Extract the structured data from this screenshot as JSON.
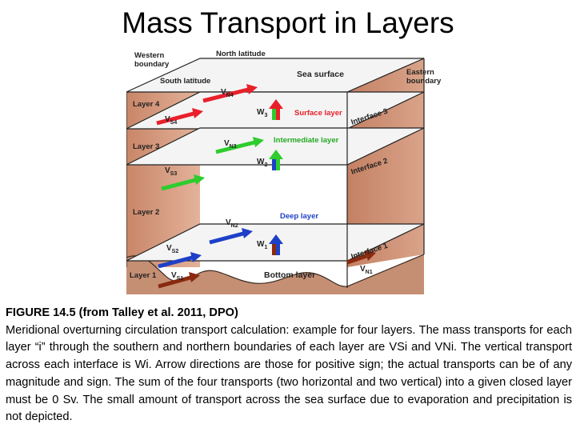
{
  "slide": {
    "title": "Mass Transport in Layers"
  },
  "diagram": {
    "boundary_labels": {
      "western_line1": "Western",
      "western_line2": "boundary",
      "north_latitude": "North latitude",
      "south_latitude": "South latitude",
      "sea_surface": "Sea surface",
      "eastern_line1": "Eastern",
      "eastern_line2": "boundary"
    },
    "layers": [
      "Layer 4",
      "Layer 3",
      "Layer 2",
      "Layer 1"
    ],
    "interfaces": [
      "Interface 3",
      "Interface 2",
      "Interface 1"
    ],
    "layer_names": {
      "surface": "Surface layer",
      "intermediate": "Intermediate layer",
      "deep": "Deep layer",
      "bottom": "Bottom layer"
    },
    "transports": {
      "vn4": {
        "base": "V",
        "sub": "N4"
      },
      "vs4": {
        "base": "V",
        "sub": "S4"
      },
      "vn3": {
        "base": "V",
        "sub": "N3"
      },
      "vs3": {
        "base": "V",
        "sub": "S3"
      },
      "vn2": {
        "base": "V",
        "sub": "N2"
      },
      "vs2": {
        "base": "V",
        "sub": "S2"
      },
      "vn1": {
        "base": "V",
        "sub": "N1"
      },
      "vs1": {
        "base": "V",
        "sub": "S1"
      },
      "w3": {
        "base": "W",
        "sub": "3"
      },
      "w2": {
        "base": "W",
        "sub": "2"
      },
      "w1": {
        "base": "W",
        "sub": "1"
      }
    },
    "colors": {
      "surface": "#e8202a",
      "intermediate": "#2ecc2e",
      "deep": "#1e40c8",
      "bottom": "#8a2a10",
      "earth": "#d9a48a",
      "label_red": "#e8202a",
      "label_green": "#22aa22",
      "label_blue": "#1e40c8"
    }
  },
  "caption": {
    "heading": "FIGURE 14.5 (from Talley et al. 2011, DPO)",
    "body": "Meridional overturning circulation transport calculation: example for four layers. The mass transports for each layer “i” through the southern and northern boundaries of each layer are VSi and VNi. The vertical transport across each interface is Wi. Arrow directions are those for positive sign; the actual transports can be of any magnitude and sign. The sum of the four transports (two horizontal and two vertical) into a given closed layer must be 0 Sv. The small amount of transport across the sea surface due to evaporation and precipitation is not depicted."
  }
}
